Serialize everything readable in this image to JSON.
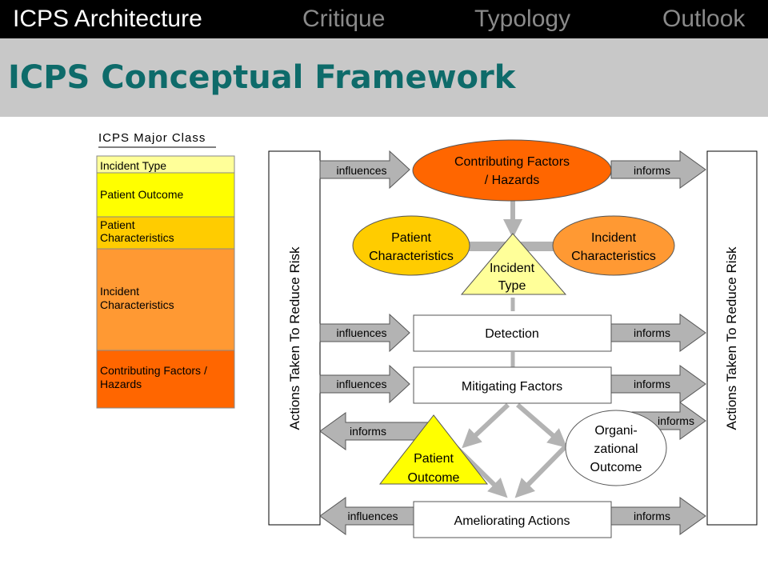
{
  "nav": {
    "items": [
      {
        "label": "ICPS Architecture",
        "active": true
      },
      {
        "label": "Critique",
        "active": false
      },
      {
        "label": "Typology",
        "active": false
      },
      {
        "label": "Outlook",
        "active": false
      }
    ]
  },
  "title": "ICPS Conceptual Framework",
  "colors": {
    "title": "#0e6b6a",
    "nav_inactive": "#8a8a8a",
    "light_yellow": "#ffff99",
    "yellow": "#ffff00",
    "gold": "#ffcc00",
    "light_orange": "#ff9933",
    "dark_orange": "#ff6600",
    "arrow_gray": "#b3b3b3"
  },
  "legend": {
    "heading": "ICPS Major Class",
    "classes": [
      {
        "label": "Incident Type"
      },
      {
        "label": "Patient Outcome"
      },
      {
        "label": "Patient\nCharacteristics"
      },
      {
        "label": "Incident\nCharacteristics"
      },
      {
        "label": "Contributing Factors /\nHazards"
      }
    ]
  },
  "diagram": {
    "side_panel_label": "Actions Taken To Reduce Risk",
    "contributing": "Contributing Factors\n/ Hazards",
    "patient_characteristics": "Patient\nCharacteristics",
    "incident_characteristics": "Incident\nCharacteristics",
    "incident_type": "Incident\nType",
    "detection": "Detection",
    "mitigating": "Mitigating Factors",
    "patient_outcome": "Patient\nOutcome",
    "organizational_outcome": "Organi-\nzational\nOutcome",
    "ameliorating": "Ameliorating Actions",
    "influences": "influences",
    "informs": "informs"
  }
}
